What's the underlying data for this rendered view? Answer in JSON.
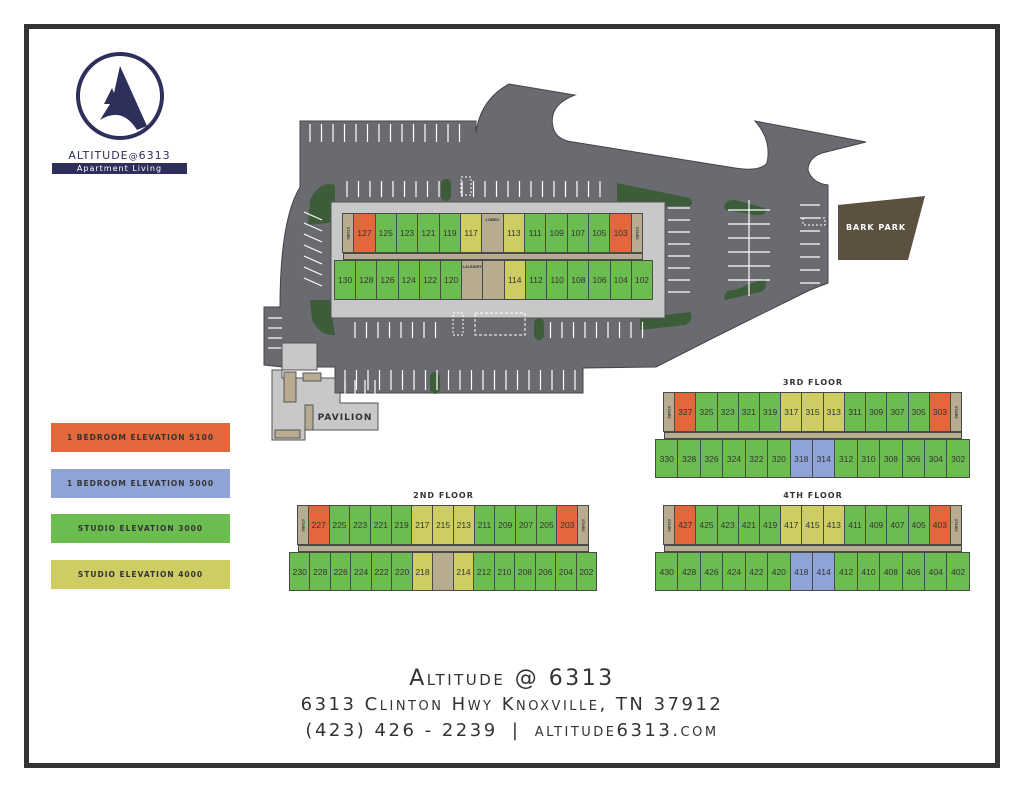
{
  "logo": {
    "name": "ALTITUDE",
    "at": "@",
    "number": "6313",
    "tagline": "Apartment Living"
  },
  "colors": {
    "o": "#e2673a",
    "b": "#8fa3d6",
    "g": "#6cbd4f",
    "y": "#cdcd63",
    "asphalt": "#696b70",
    "landscape": "#3d5c3a",
    "bark_park": "#5c5140"
  },
  "legend": [
    {
      "label": "1 BEDROOM ELEVATION 5100",
      "type": "o"
    },
    {
      "label": "1 BEDROOM ELEVATION 5000",
      "type": "b"
    },
    {
      "label": "STUDIO ELEVATION 3000",
      "type": "g"
    },
    {
      "label": "STUDIO ELEVATION 4000",
      "type": "y"
    }
  ],
  "site": {
    "bark_park": "BARK PARK",
    "pavilion": "PAVILION",
    "lobby": "LOBBY",
    "laundry": "LAUNDRY",
    "stairs": "STAIRS"
  },
  "floors": [
    {
      "id": "1",
      "label": "",
      "top": [
        [
          "STAIRS",
          "stairs"
        ],
        [
          "127",
          "o"
        ],
        [
          "125",
          "g"
        ],
        [
          "123",
          "g"
        ],
        [
          "121",
          "g"
        ],
        [
          "119",
          "g"
        ],
        [
          "117",
          "y"
        ],
        [
          "LOBBY",
          "core"
        ],
        [
          "113",
          "y"
        ],
        [
          "111",
          "g"
        ],
        [
          "109",
          "g"
        ],
        [
          "107",
          "g"
        ],
        [
          "105",
          "g"
        ],
        [
          "103",
          "o"
        ],
        [
          "STAIRS",
          "stairs"
        ]
      ],
      "bottom": [
        [
          "130",
          "g"
        ],
        [
          "128",
          "g"
        ],
        [
          "126",
          "g"
        ],
        [
          "124",
          "g"
        ],
        [
          "122",
          "g"
        ],
        [
          "120",
          "g"
        ],
        [
          "LAUNDRY",
          "core"
        ],
        [
          "",
          "core"
        ],
        [
          "114",
          "y"
        ],
        [
          "112",
          "g"
        ],
        [
          "110",
          "g"
        ],
        [
          "108",
          "g"
        ],
        [
          "106",
          "g"
        ],
        [
          "104",
          "g"
        ],
        [
          "102",
          "g"
        ]
      ]
    },
    {
      "id": "2",
      "label": "2ND FLOOR",
      "top": [
        [
          "STAIRS",
          "stairs"
        ],
        [
          "227",
          "o"
        ],
        [
          "225",
          "g"
        ],
        [
          "223",
          "g"
        ],
        [
          "221",
          "g"
        ],
        [
          "219",
          "g"
        ],
        [
          "217",
          "y"
        ],
        [
          "215",
          "y"
        ],
        [
          "213",
          "y"
        ],
        [
          "211",
          "g"
        ],
        [
          "209",
          "g"
        ],
        [
          "207",
          "g"
        ],
        [
          "205",
          "g"
        ],
        [
          "203",
          "o"
        ],
        [
          "STAIRS",
          "stairs"
        ]
      ],
      "bottom": [
        [
          "230",
          "g"
        ],
        [
          "228",
          "g"
        ],
        [
          "226",
          "g"
        ],
        [
          "224",
          "g"
        ],
        [
          "222",
          "g"
        ],
        [
          "220",
          "g"
        ],
        [
          "218",
          "y"
        ],
        [
          "",
          "core"
        ],
        [
          "214",
          "y"
        ],
        [
          "212",
          "g"
        ],
        [
          "210",
          "g"
        ],
        [
          "208",
          "g"
        ],
        [
          "206",
          "g"
        ],
        [
          "204",
          "g"
        ],
        [
          "202",
          "g"
        ]
      ]
    },
    {
      "id": "3",
      "label": "3RD FLOOR",
      "top": [
        [
          "STAIRS",
          "stairs"
        ],
        [
          "327",
          "o"
        ],
        [
          "325",
          "g"
        ],
        [
          "323",
          "g"
        ],
        [
          "321",
          "g"
        ],
        [
          "319",
          "g"
        ],
        [
          "317",
          "y"
        ],
        [
          "315",
          "y"
        ],
        [
          "313",
          "y"
        ],
        [
          "311",
          "g"
        ],
        [
          "309",
          "g"
        ],
        [
          "307",
          "g"
        ],
        [
          "305",
          "g"
        ],
        [
          "303",
          "o"
        ],
        [
          "STAIRS",
          "stairs"
        ]
      ],
      "bottom": [
        [
          "330",
          "g"
        ],
        [
          "328",
          "g"
        ],
        [
          "326",
          "g"
        ],
        [
          "324",
          "g"
        ],
        [
          "322",
          "g"
        ],
        [
          "320",
          "g"
        ],
        [
          "318",
          "b"
        ],
        [
          "314",
          "b"
        ],
        [
          "312",
          "g"
        ],
        [
          "310",
          "g"
        ],
        [
          "308",
          "g"
        ],
        [
          "306",
          "g"
        ],
        [
          "304",
          "g"
        ],
        [
          "302",
          "g"
        ]
      ]
    },
    {
      "id": "4",
      "label": "4TH FLOOR",
      "top": [
        [
          "STAIRS",
          "stairs"
        ],
        [
          "427",
          "o"
        ],
        [
          "425",
          "g"
        ],
        [
          "423",
          "g"
        ],
        [
          "421",
          "g"
        ],
        [
          "419",
          "g"
        ],
        [
          "417",
          "y"
        ],
        [
          "415",
          "y"
        ],
        [
          "413",
          "y"
        ],
        [
          "411",
          "g"
        ],
        [
          "409",
          "g"
        ],
        [
          "407",
          "g"
        ],
        [
          "405",
          "g"
        ],
        [
          "403",
          "o"
        ],
        [
          "STAIRS",
          "stairs"
        ]
      ],
      "bottom": [
        [
          "430",
          "g"
        ],
        [
          "428",
          "g"
        ],
        [
          "426",
          "g"
        ],
        [
          "424",
          "g"
        ],
        [
          "422",
          "g"
        ],
        [
          "420",
          "g"
        ],
        [
          "418",
          "b"
        ],
        [
          "414",
          "b"
        ],
        [
          "412",
          "g"
        ],
        [
          "410",
          "g"
        ],
        [
          "408",
          "g"
        ],
        [
          "406",
          "g"
        ],
        [
          "404",
          "g"
        ],
        [
          "402",
          "g"
        ]
      ]
    }
  ],
  "footer": {
    "title": "Altitude @ 6313",
    "address": "6313 Clinton Hwy Knoxville, TN 37912",
    "phone": "(423) 426 - 2239",
    "separator": "|",
    "website": "altitude6313.com"
  }
}
